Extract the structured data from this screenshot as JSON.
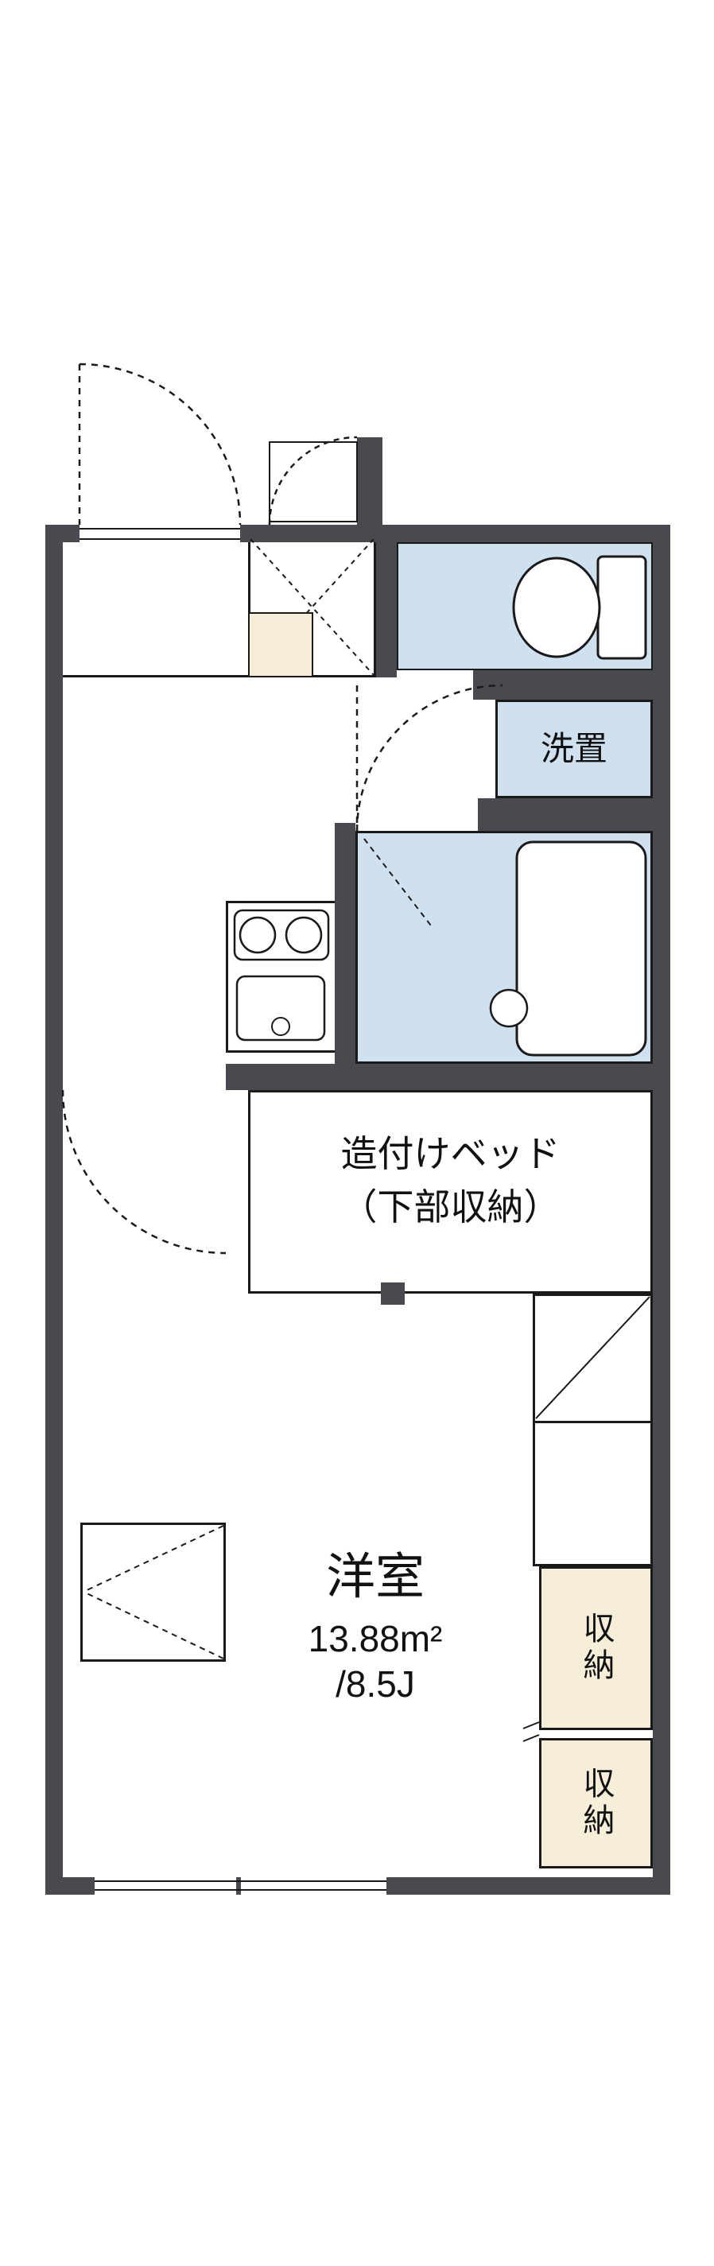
{
  "plan": {
    "title": "apartment-floorplan",
    "colors": {
      "wall": "#494950",
      "wet_area_blue": "#cfe0ef",
      "storage_cream": "#f6eed9",
      "line": "#1a1a1a",
      "floor": "#ffffff"
    },
    "labels": {
      "laundry": "洗置",
      "bed_line1": "造付けベッド",
      "bed_line2": "（下部収納）",
      "room_name": "洋室",
      "room_area_m2": "13.88m²",
      "room_area_jo": "/8.5J",
      "storage_upper": "収納",
      "storage_lower": "収納"
    }
  }
}
